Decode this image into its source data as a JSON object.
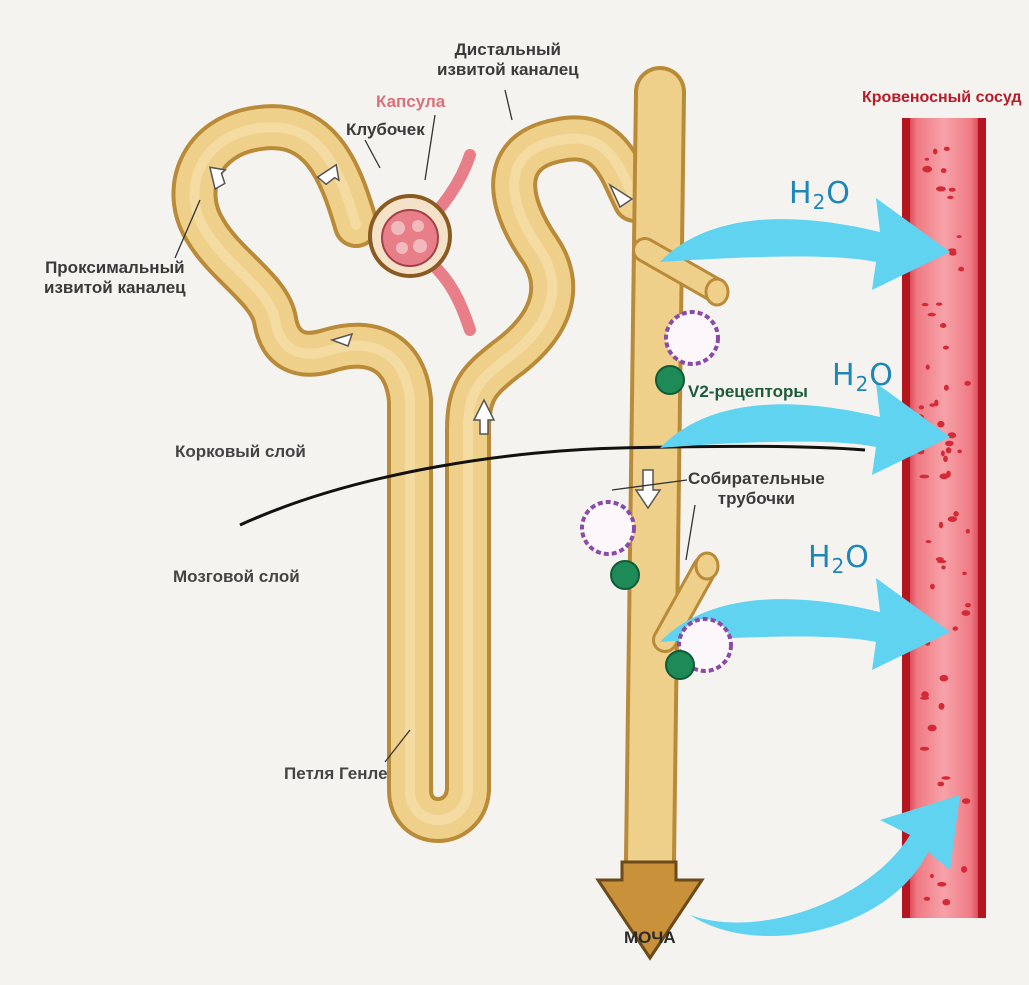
{
  "labels": {
    "distal_line1": "Дистальный",
    "distal_line2": "извитой каналец",
    "capsule": "Капсула",
    "glomerulus": "Клубочек",
    "proximal_line1": "Проксимальный",
    "proximal_line2": "извитой каналец",
    "cortex": "Корковый слой",
    "medulla": "Мозговой слой",
    "loop": "Петля Генле",
    "v2": "V2-рецепторы",
    "collecting_line1": "Собирательные",
    "collecting_line2": "трубочки",
    "vessel": "Кровеносный сосуд",
    "urine": "МОЧА"
  },
  "water": [
    {
      "h": "H",
      "sub": "2",
      "o": "O"
    },
    {
      "h": "H",
      "sub": "2",
      "o": "O"
    },
    {
      "h": "H",
      "sub": "2",
      "o": "O"
    }
  ],
  "colors": {
    "tubule": "#efd08a",
    "tubule_edge": "#b98a38",
    "vessel": "#e23a45",
    "vessel_inner": "#f08a92",
    "water_arrow": "#5fd3f0",
    "receptor": "#1e8a57",
    "hormone": "#8a4aa8"
  }
}
